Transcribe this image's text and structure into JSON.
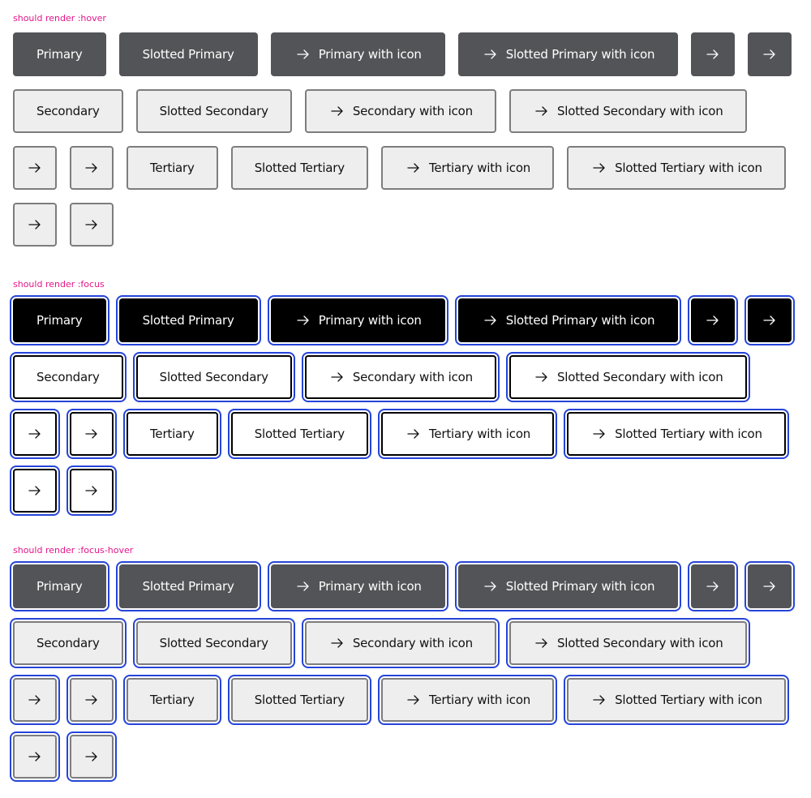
{
  "colors": {
    "label": "#e4168a",
    "primary_hover": "#535457",
    "primary_focus": "#000000",
    "secondary_hover_bg": "#eeeeee",
    "focus_ring": "#2544d9"
  },
  "icon": "arrow-right-icon",
  "sections": [
    {
      "label": "should render :hover",
      "buttons": [
        {
          "label": "Primary"
        },
        {
          "label": "Slotted Primary"
        },
        {
          "label": "Primary with icon"
        },
        {
          "label": "Slotted Primary with icon"
        },
        {
          "label": ""
        },
        {
          "label": ""
        },
        {
          "label": "Secondary"
        },
        {
          "label": "Slotted Secondary"
        },
        {
          "label": "Secondary with icon"
        },
        {
          "label": "Slotted Secondary with icon"
        },
        {
          "label": ""
        },
        {
          "label": ""
        },
        {
          "label": "Tertiary"
        },
        {
          "label": "Slotted Tertiary"
        },
        {
          "label": "Tertiary with icon"
        },
        {
          "label": "Slotted Tertiary with icon"
        },
        {
          "label": ""
        },
        {
          "label": ""
        }
      ]
    },
    {
      "label": "should render :focus",
      "buttons": [
        {
          "label": "Primary"
        },
        {
          "label": "Slotted Primary"
        },
        {
          "label": "Primary with icon"
        },
        {
          "label": "Slotted Primary with icon"
        },
        {
          "label": ""
        },
        {
          "label": ""
        },
        {
          "label": "Secondary"
        },
        {
          "label": "Slotted Secondary"
        },
        {
          "label": "Secondary with icon"
        },
        {
          "label": "Slotted Secondary with icon"
        },
        {
          "label": ""
        },
        {
          "label": ""
        },
        {
          "label": "Tertiary"
        },
        {
          "label": "Slotted Tertiary"
        },
        {
          "label": "Tertiary with icon"
        },
        {
          "label": "Slotted Tertiary with icon"
        },
        {
          "label": ""
        },
        {
          "label": ""
        }
      ]
    },
    {
      "label": "should render :focus-hover",
      "buttons": [
        {
          "label": "Primary"
        },
        {
          "label": "Slotted Primary"
        },
        {
          "label": "Primary with icon"
        },
        {
          "label": "Slotted Primary with icon"
        },
        {
          "label": ""
        },
        {
          "label": ""
        },
        {
          "label": "Secondary"
        },
        {
          "label": "Slotted Secondary"
        },
        {
          "label": "Secondary with icon"
        },
        {
          "label": "Slotted Secondary with icon"
        },
        {
          "label": ""
        },
        {
          "label": ""
        },
        {
          "label": "Tertiary"
        },
        {
          "label": "Slotted Tertiary"
        },
        {
          "label": "Tertiary with icon"
        },
        {
          "label": "Slotted Tertiary with icon"
        },
        {
          "label": ""
        },
        {
          "label": ""
        }
      ]
    }
  ]
}
